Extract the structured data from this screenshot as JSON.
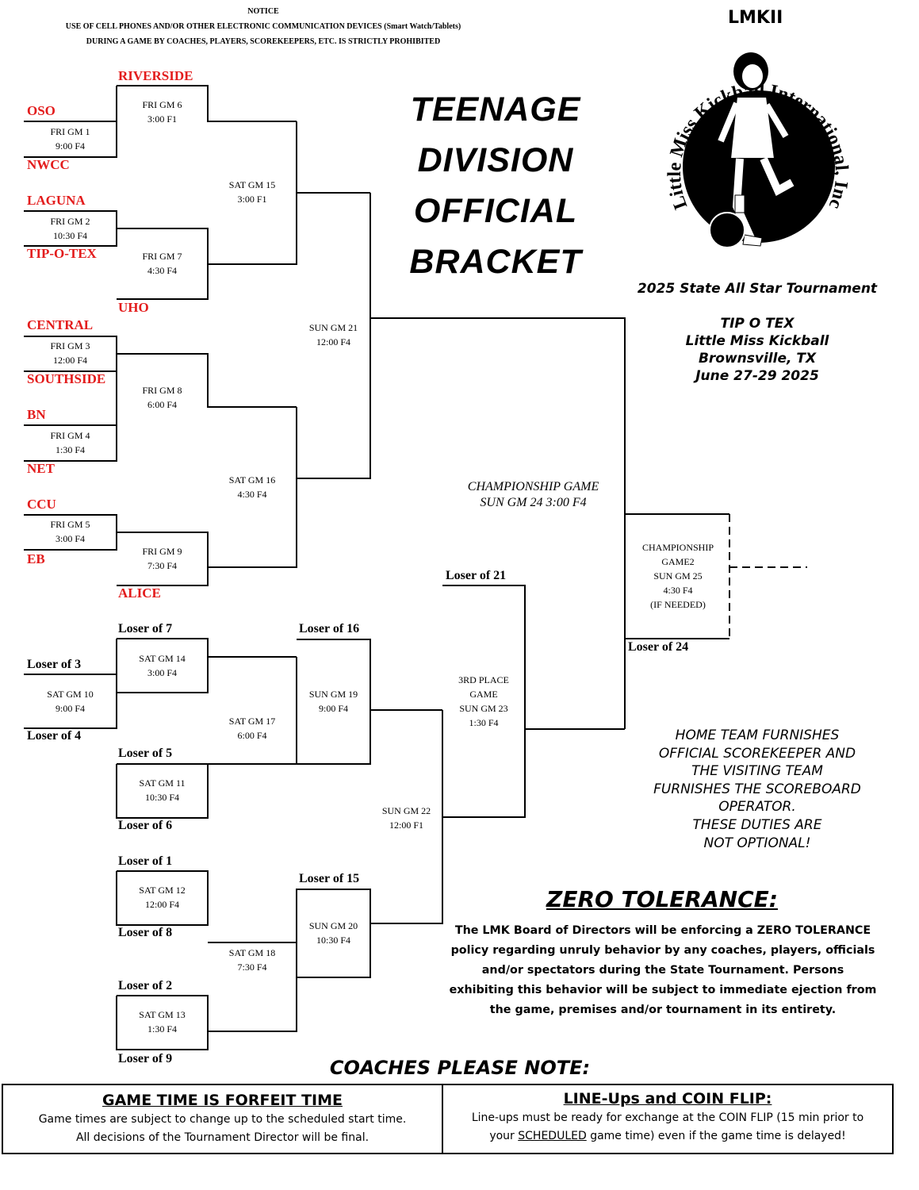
{
  "notice": {
    "line1": "NOTICE",
    "line2": "USE OF CELL PHONES AND/OR OTHER ELECTRONIC COMMUNICATION DEVICES (Smart Watch/Tablets)",
    "line3": "DURING A GAME BY COACHES, PLAYERS, SCOREKEEPERS, ETC. IS STRICTLY PROHIBITED"
  },
  "org_code": "LMKII",
  "logo": {
    "text": "Little Miss Kickball International, Inc.",
    "icon": "kickball-girl-logo"
  },
  "title_lines": [
    "TEENAGE",
    "DIVISION",
    "OFFICIAL",
    "BRACKET"
  ],
  "tournament": {
    "name": "2025 State All Star Tournament",
    "host": "TIP O TEX",
    "org": "Little Miss Kickball",
    "city": "Brownsville, TX",
    "dates": "June 27-29 2025"
  },
  "teams": {
    "riverside": "RIVERSIDE",
    "oso": "OSO",
    "nwcc": "NWCC",
    "laguna": "LAGUNA",
    "tipotex": "TIP-O-TEX",
    "uho": "UHO",
    "central": "CENTRAL",
    "southside": "SOUTHSIDE",
    "bn": "BN",
    "net": "NET",
    "ccu": "CCU",
    "eb": "EB",
    "alice": "ALICE"
  },
  "losers": {
    "l7": "Loser of 7",
    "l3": "Loser of 3",
    "l4": "Loser of 4",
    "l5": "Loser of 5",
    "l6": "Loser of 6",
    "l1": "Loser of 1",
    "l8": "Loser of 8",
    "l2": "Loser of 2",
    "l9": "Loser of 9",
    "l16": "Loser of 16",
    "l15": "Loser of 15",
    "l21": "Loser of 21",
    "l24": "Loser of 24"
  },
  "games": {
    "g1": [
      "FRI GM 1",
      "9:00 F4"
    ],
    "g2": [
      "FRI GM 2",
      "10:30 F4"
    ],
    "g3": [
      "FRI GM 3",
      "12:00 F4"
    ],
    "g4": [
      "FRI GM 4",
      "1:30 F4"
    ],
    "g5": [
      "FRI GM 5",
      "3:00 F4"
    ],
    "g6": [
      "FRI GM 6",
      "3:00 F1"
    ],
    "g7": [
      "FRI GM 7",
      "4:30 F4"
    ],
    "g8": [
      "FRI GM 8",
      "6:00 F4"
    ],
    "g9": [
      "FRI GM 9",
      "7:30 F4"
    ],
    "g10": [
      "SAT GM 10",
      "9:00 F4"
    ],
    "g11": [
      "SAT GM 11",
      "10:30 F4"
    ],
    "g12": [
      "SAT GM 12",
      "12:00 F4"
    ],
    "g13": [
      "SAT GM 13",
      "1:30 F4"
    ],
    "g14": [
      "SAT GM 14",
      "3:00 F4"
    ],
    "g15": [
      "SAT GM 15",
      "3:00 F1"
    ],
    "g16": [
      "SAT GM 16",
      "4:30 F4"
    ],
    "g17": [
      "SAT GM 17",
      "6:00 F4"
    ],
    "g18": [
      "SAT GM 18",
      "7:30 F4"
    ],
    "g19": [
      "SUN GM 19",
      "9:00 F4"
    ],
    "g20": [
      "SUN GM 20",
      "10:30 F4"
    ],
    "g21": [
      "SUN GM 21",
      "12:00 F4"
    ],
    "g22": [
      "SUN GM 22",
      "12:00 F1"
    ],
    "g23": [
      "3RD PLACE",
      "GAME",
      "SUN GM 23",
      "1:30 F4"
    ],
    "g25": [
      "CHAMPIONSHIP",
      "GAME2",
      "SUN GM 25",
      "4:30 F4",
      "(IF NEEDED)"
    ]
  },
  "championship": [
    "CHAMPIONSHIP GAME",
    "SUN GM 24 3:00 F4"
  ],
  "home_team_note": [
    "HOME TEAM FURNISHES",
    "OFFICIAL SCOREKEEPER AND",
    "THE VISITING TEAM",
    "FURNISHES THE SCOREBOARD",
    "OPERATOR.",
    "THESE DUTIES ARE",
    "NOT OPTIONAL!"
  ],
  "zero_tolerance": {
    "title": "ZERO TOLERANCE:",
    "lines": [
      "The LMK Board of Directors will be enforcing a ZERO TOLERANCE",
      "policy regarding unruly behavior by any coaches, players, officials",
      "and/or spectators during the State Tournament. Persons",
      "exhibiting this behavior will be subject to immediate ejection from",
      "the game, premises and/or tournament in its entirety."
    ]
  },
  "coaches_note": "COACHES PLEASE NOTE:",
  "forfeit": {
    "title": "GAME TIME IS FORFEIT TIME",
    "line1": "Game times are subject to change up to the scheduled start time.",
    "line2": "All decisions of the Tournament Director will be final."
  },
  "lineup": {
    "title": "LINE-Ups and COIN FLIP:",
    "line1": "Line-ups must be ready for exchange at the COIN FLIP (15 min prior to",
    "line2a": "your ",
    "line2b": "SCHEDULED",
    "line2c": " game time) even if the game time is delayed!"
  }
}
